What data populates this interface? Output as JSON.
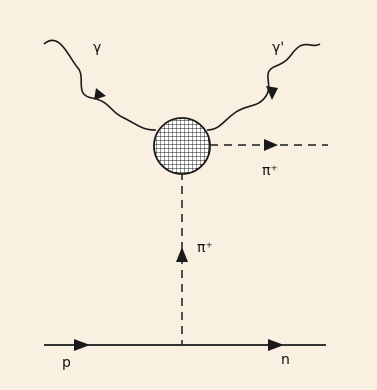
{
  "labels": {
    "photon_in": "γ",
    "photon_out": "γ'",
    "pion_out": "π⁺",
    "pion_exchange": "π⁺",
    "proton": "p",
    "neutron": "n"
  },
  "colors": {
    "background": "#faf0e1",
    "line": "#1a1a1a",
    "blob_fill": "#ffffff"
  }
}
